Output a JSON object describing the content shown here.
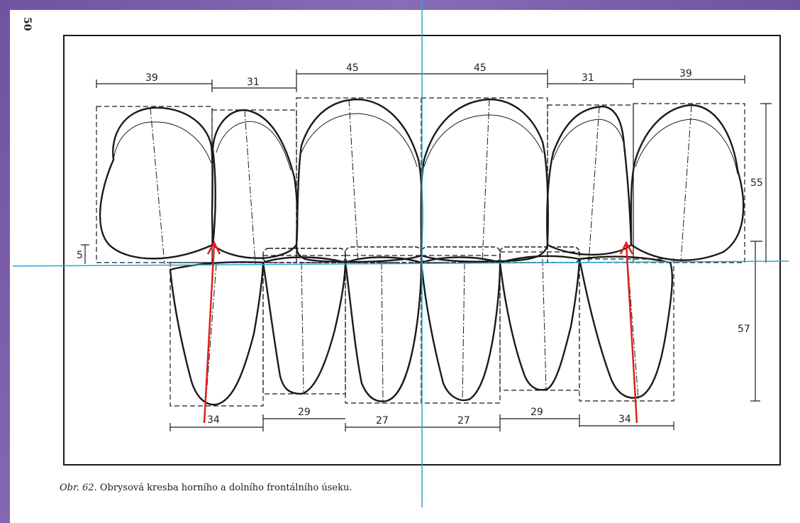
{
  "page_number": "50",
  "caption": {
    "figure_label": "Obr. 62.",
    "text": "Obrysová kresba horního a dolního frontálního úseku."
  },
  "dimensions": {
    "upper_widths": [
      "39",
      "31",
      "45",
      "45",
      "31",
      "39"
    ],
    "lower_widths": [
      "34",
      "29",
      "27",
      "27",
      "29",
      "34"
    ],
    "upper_height": "55",
    "lower_height": "57",
    "overlap": "5"
  },
  "colors": {
    "frame": "#7d5fa8",
    "guide_lines": "#29a6d8",
    "arrows": "#e0201b",
    "ink": "#1a1a1a"
  }
}
